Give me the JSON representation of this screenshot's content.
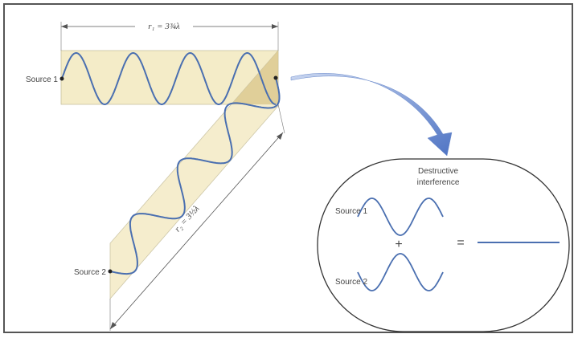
{
  "distance_labels": {
    "r1": "r₁ = 3¾λ",
    "r2": "r₂ = 3½λ"
  },
  "sources": {
    "source1": "Source 1",
    "source2": "Source 2"
  },
  "result_panel": {
    "title_line1": "Destructive",
    "title_line2": "interference",
    "source1": "Source 1",
    "source2": "Source 2",
    "plus": "+",
    "equals": "="
  },
  "colors": {
    "wave": "#4a6fb0",
    "band_fill": "#f4ecc8",
    "overlap_fill": "#d9c58a",
    "arrow": "#4f74c4",
    "frame": "#555555"
  }
}
